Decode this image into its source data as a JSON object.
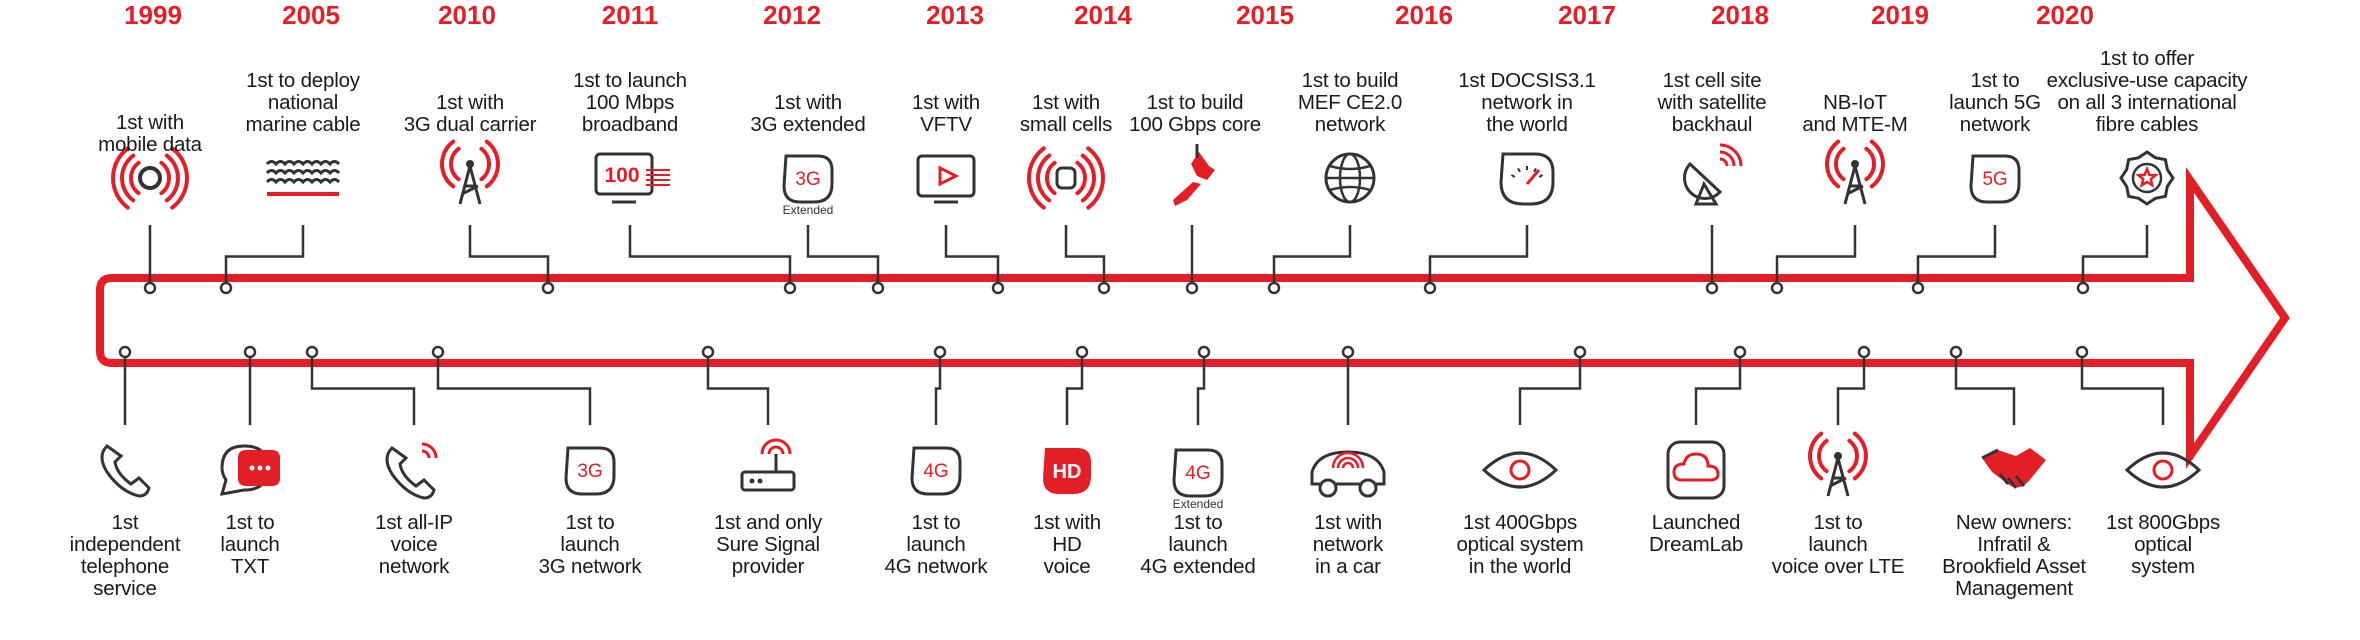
{
  "colors": {
    "accent": "#e41e26",
    "ink": "#333333"
  },
  "years": [
    "1999",
    "2005",
    "2010",
    "2011",
    "2012",
    "2013",
    "2014",
    "2015",
    "2016",
    "2017",
    "2018",
    "2019",
    "2020"
  ],
  "top": [
    {
      "text": "1st with\nmobile data",
      "icon": "mobile-signal-icon"
    },
    {
      "text": "1st to deploy\nnational\nmarine cable",
      "icon": "marine-cable-icon"
    },
    {
      "text": "1st with\n3G dual carrier",
      "icon": "cell-tower-icon"
    },
    {
      "text": "1st to launch\n100 Mbps\nbroadband",
      "icon": "monitor-100-icon",
      "badge": "100"
    },
    {
      "text": "1st with\n3G extended",
      "icon": "3g-extended-icon",
      "badge": "3G",
      "sub": "Extended"
    },
    {
      "text": "1st with\nVFTV",
      "icon": "tv-play-icon"
    },
    {
      "text": "1st with\nsmall cells",
      "icon": "small-cell-icon"
    },
    {
      "text": "1st to build\n100 Gbps core",
      "icon": "nz-map-icon"
    },
    {
      "text": "1st to build\nMEF CE2.0\nnetwork",
      "icon": "globe-icon"
    },
    {
      "text": "1st DOCSIS3.1\nnetwork in\nthe world",
      "icon": "speedometer-icon"
    },
    {
      "text": "1st cell site\nwith satellite\nbackhaul",
      "icon": "satellite-dish-icon"
    },
    {
      "text": "NB-IoT\nand MTE-M",
      "icon": "iot-tower-icon"
    },
    {
      "text": "1st to\nlaunch 5G\nnetwork",
      "icon": "5g-icon",
      "badge": "5G"
    },
    {
      "text": "1st to offer\nexclusive-use capacity\non all 3 international\nfibre cables",
      "icon": "star-badge-icon"
    }
  ],
  "bottom": [
    {
      "text": "1st\nindependent\ntelephone\nservice",
      "icon": "phone-icon"
    },
    {
      "text": "1st to\nlaunch\nTXT",
      "icon": "chat-bubble-icon"
    },
    {
      "text": "1st all-IP\nvoice\nnetwork",
      "icon": "voip-phone-icon"
    },
    {
      "text": "1st to\nlaunch\n3G network",
      "icon": "3g-icon",
      "badge": "3G"
    },
    {
      "text": "1st and only\nSure Signal\nprovider",
      "icon": "router-icon"
    },
    {
      "text": "1st to\nlaunch\n4G network",
      "icon": "4g-icon",
      "badge": "4G"
    },
    {
      "text": "1st with\nHD\nvoice",
      "icon": "hd-voice-icon",
      "badge": "HD"
    },
    {
      "text": "1st to\nlaunch\n4G extended",
      "icon": "4g-extended-icon",
      "badge": "4G",
      "sub": "Extended"
    },
    {
      "text": "1st with\nnetwork\nin a car",
      "icon": "connected-car-icon"
    },
    {
      "text": "1st 400Gbps\noptical system\nin the world",
      "icon": "eye-icon"
    },
    {
      "text": "Launched\nDreamLab",
      "icon": "cloud-app-icon"
    },
    {
      "text": "1st to\nlaunch\nvoice over LTE",
      "icon": "lte-tower-icon"
    },
    {
      "text": "New owners:\nInfratil &\nBrookfield Asset\nManagement",
      "icon": "handshake-icon"
    },
    {
      "text": "1st 800Gbps\noptical\nsystem",
      "icon": "eye-icon"
    }
  ]
}
